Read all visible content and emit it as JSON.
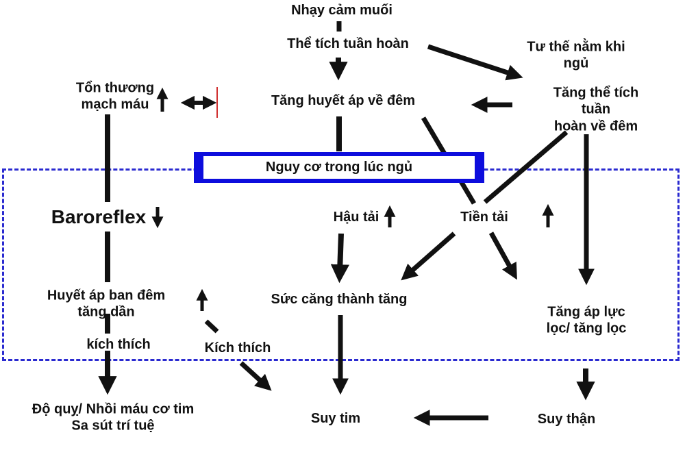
{
  "diagram": {
    "nodes": [
      {
        "id": "nhay-cam-muoi",
        "label": "Nhạy cảm muối"
      },
      {
        "id": "the-tich-tuan-hoan",
        "label": "Thể tích tuần hoàn"
      },
      {
        "id": "tu-the-nam",
        "label": "Tư thế nằm khi ngủ"
      },
      {
        "id": "ton-thuong",
        "label": "Tổn thương\nmạch máu"
      },
      {
        "id": "tang-huyet-ap",
        "label": "Tăng huyết áp về đêm"
      },
      {
        "id": "tang-the-tich",
        "label": "Tăng thể tích tuần\nhoàn về đêm"
      },
      {
        "id": "nguy-co",
        "label": "Nguy cơ trong lúc ngủ"
      },
      {
        "id": "baroreflex",
        "label": "Baroreflex"
      },
      {
        "id": "hau-tai",
        "label": "Hậu tải"
      },
      {
        "id": "tien-tai",
        "label": "Tiền tải"
      },
      {
        "id": "huyet-ap-ban-dem",
        "label": "Huyết áp ban đêm\ntăng dần"
      },
      {
        "id": "kich-thich-lower",
        "label": "kích thích"
      },
      {
        "id": "kich-thich-mid",
        "label": "Kích thích"
      },
      {
        "id": "suc-cang",
        "label": "Sức căng thành tăng"
      },
      {
        "id": "tang-ap-luc",
        "label": "Tăng áp lực\nlọc/ tăng lọc"
      },
      {
        "id": "dot-quy",
        "label": "Độ quỵ/ Nhồi máu cơ tim\nSa sút trí tuệ"
      },
      {
        "id": "suy-tim",
        "label": "Suy tim"
      },
      {
        "id": "suy-than",
        "label": "Suy thận"
      }
    ],
    "icons": [
      "up-arrow-icon",
      "down-arrow-icon",
      "left-arrow-icon",
      "double-headed-arrow-icon",
      "red-tick-marker-icon"
    ]
  },
  "colors": {
    "bg": "#ffffff",
    "line": "#111111",
    "box_border": "#0d0ddd",
    "dashed": "#2a2ad0",
    "red": "#d03030",
    "text": "#111111"
  }
}
